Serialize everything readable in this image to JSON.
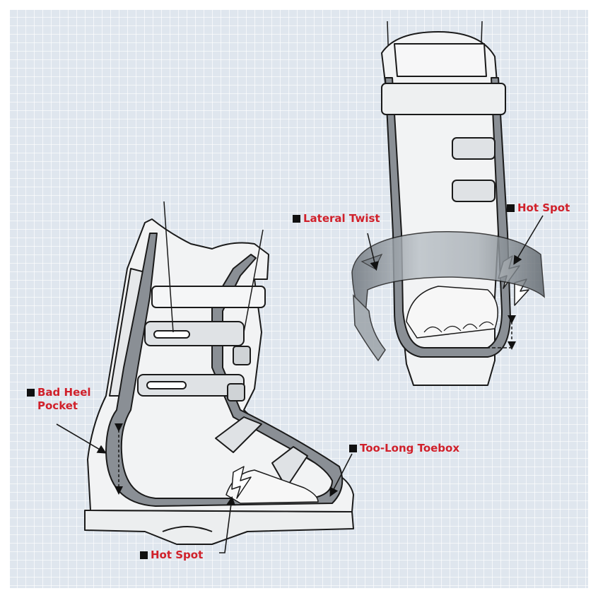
{
  "labels": {
    "lateral_twist": "Lateral Twist",
    "hot_spot_front": "Hot Spot",
    "bad_heel_pocket_line1": "Bad Heel",
    "bad_heel_pocket_line2": "Pocket",
    "too_long_toebox": "Too-Long Toebox",
    "hot_spot_side": "Hot Spot"
  },
  "colors": {
    "background": "#dfe6ee",
    "grid": "#ffffff",
    "label_text": "#d0202a",
    "marker": "#111111",
    "liner": "#8a8f95",
    "shell": "#f2f3f4",
    "outline": "#1a1a1a"
  }
}
